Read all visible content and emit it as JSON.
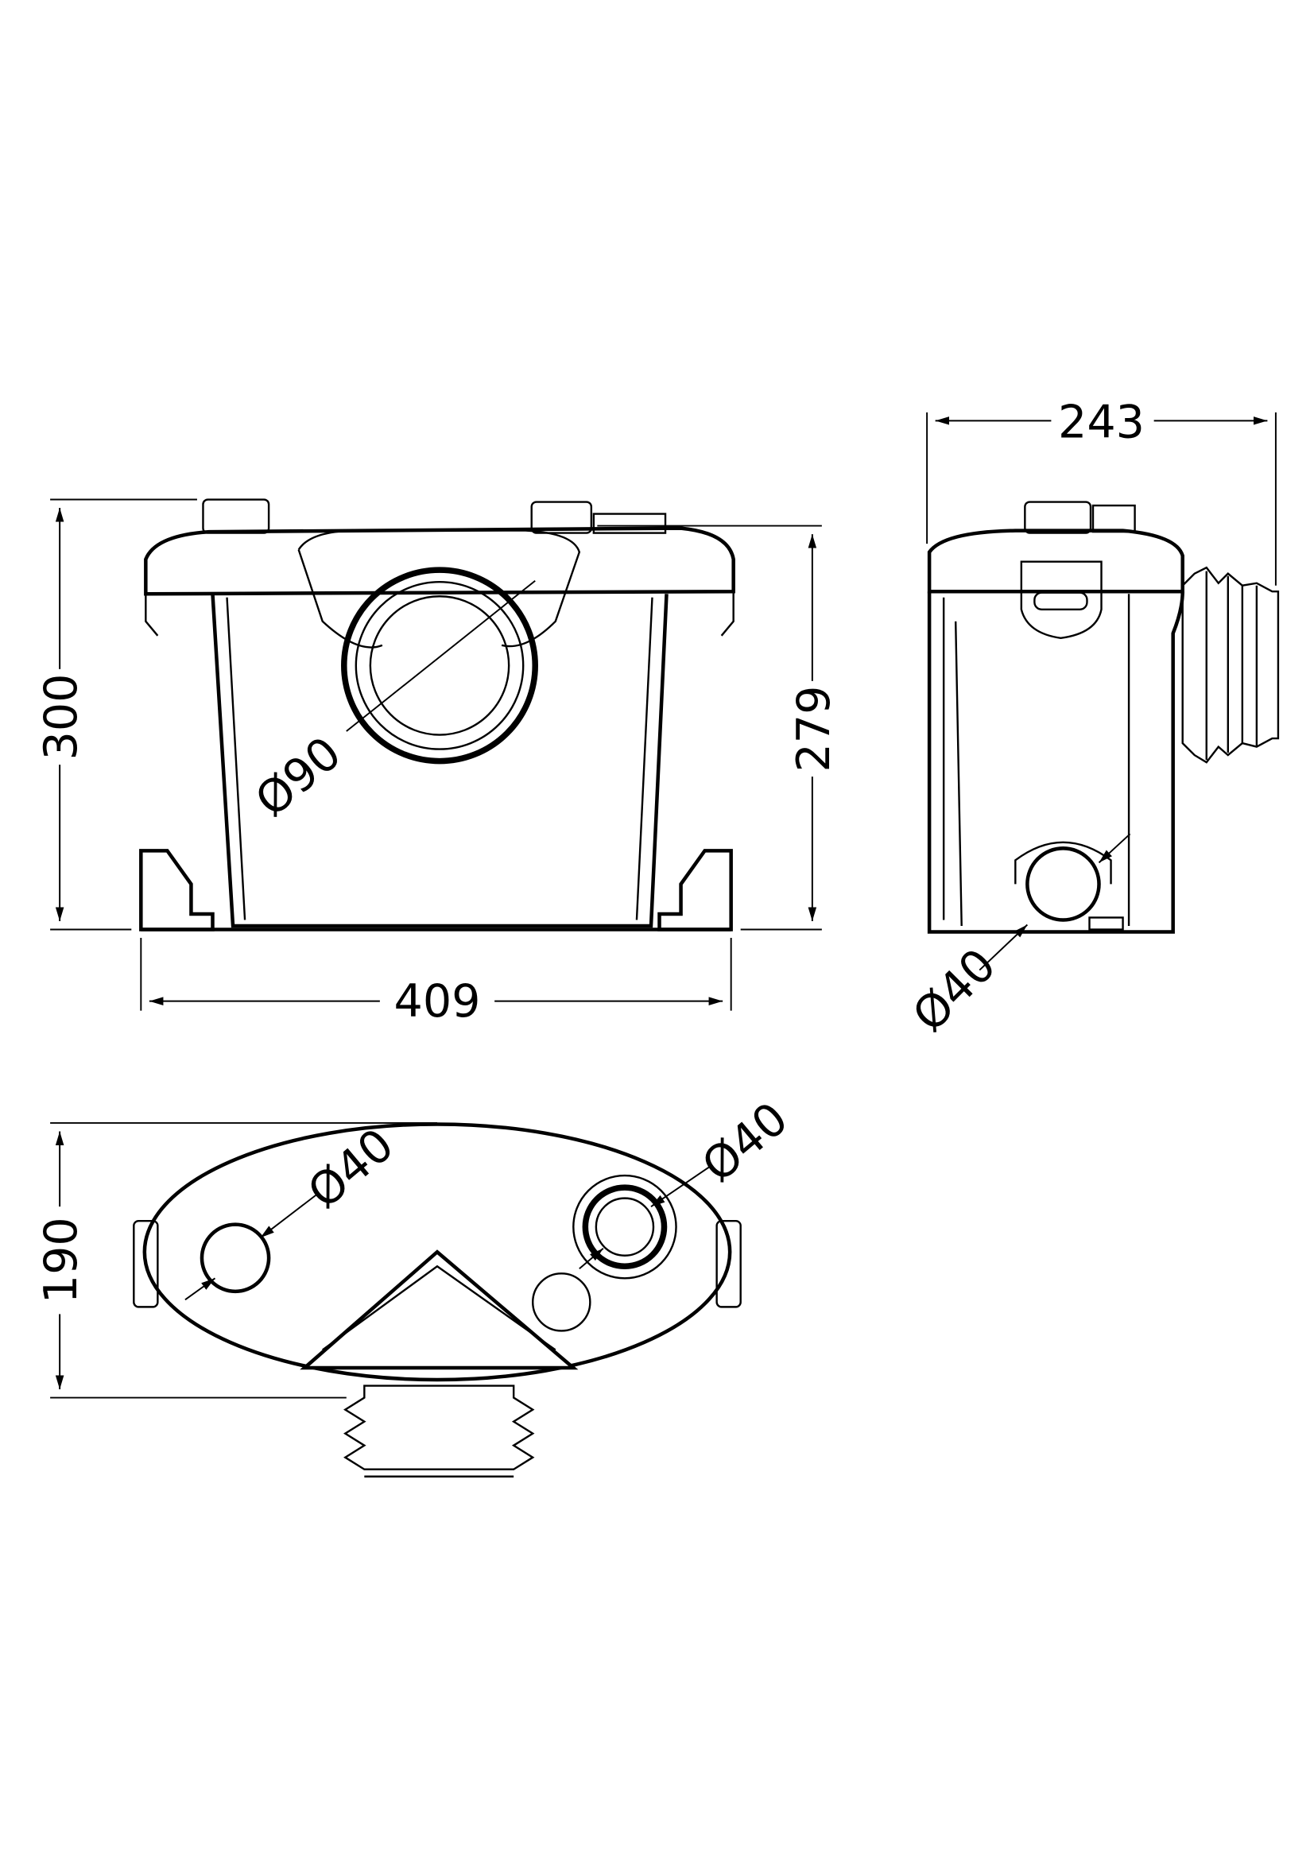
{
  "drawing": {
    "title": "Macerator pump technical drawing",
    "front_view": {
      "height_total": "300",
      "height_body": "279",
      "width": "409",
      "outlet_diameter": "Ø90"
    },
    "side_view": {
      "depth": "243",
      "inlet_diameter": "Ø40"
    },
    "bottom_view": {
      "depth": "190",
      "inlet_left_diameter": "Ø40",
      "inlet_right_diameter": "Ø40"
    },
    "line_color": "#000000",
    "background_color": "#ffffff"
  }
}
